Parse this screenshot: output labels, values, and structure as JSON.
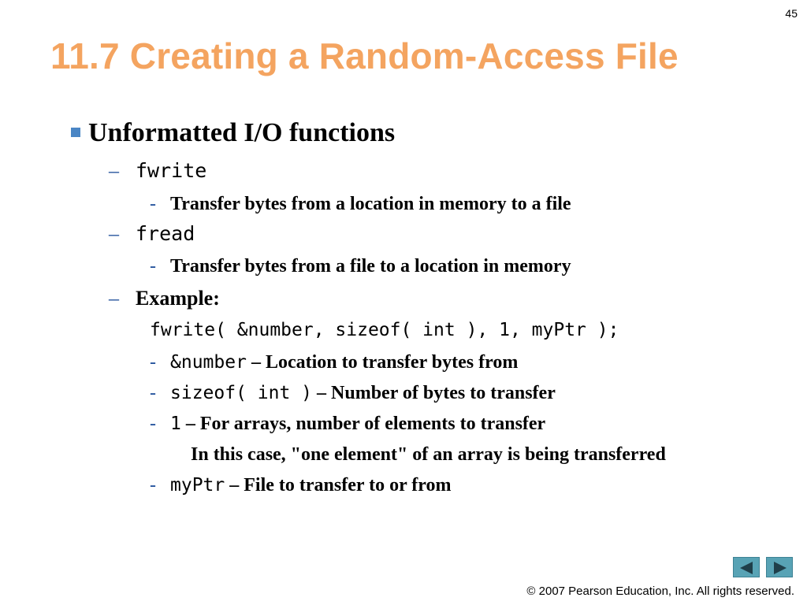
{
  "slide_number": "45",
  "title": "11.7 Creating a Random-Access File",
  "bullet_main": "Unformatted I/O functions",
  "dash_glyph": "–",
  "hyphen_glyph": "-",
  "items": {
    "fwrite": {
      "label": "fwrite",
      "desc": "Transfer bytes from a location in memory to a file"
    },
    "fread": {
      "label": "fread",
      "desc": "Transfer bytes from a file to a location in memory"
    },
    "example": {
      "label": "Example:",
      "code": "fwrite( &number, sizeof( int ), 1, myPtr );",
      "params": [
        {
          "code": "&number",
          "text": " – Location to transfer bytes from"
        },
        {
          "code": "sizeof( int )",
          "text": " – Number of bytes to transfer"
        },
        {
          "code": "1",
          "text": " – For arrays, number of elements to transfer",
          "continuation": "In this case, \"one element\" of an array is being transferred"
        },
        {
          "code": "myPtr",
          "text": " – File to transfer to or from"
        }
      ]
    }
  },
  "footer": "© 2007 Pearson Education, Inc.  All rights reserved.",
  "colors": {
    "title": "#F4A460",
    "bullet": "#4A86C5",
    "nav": "#58A3B5"
  },
  "nav": {
    "prev_icon": "prev-arrow-icon",
    "next_icon": "next-arrow-icon"
  }
}
